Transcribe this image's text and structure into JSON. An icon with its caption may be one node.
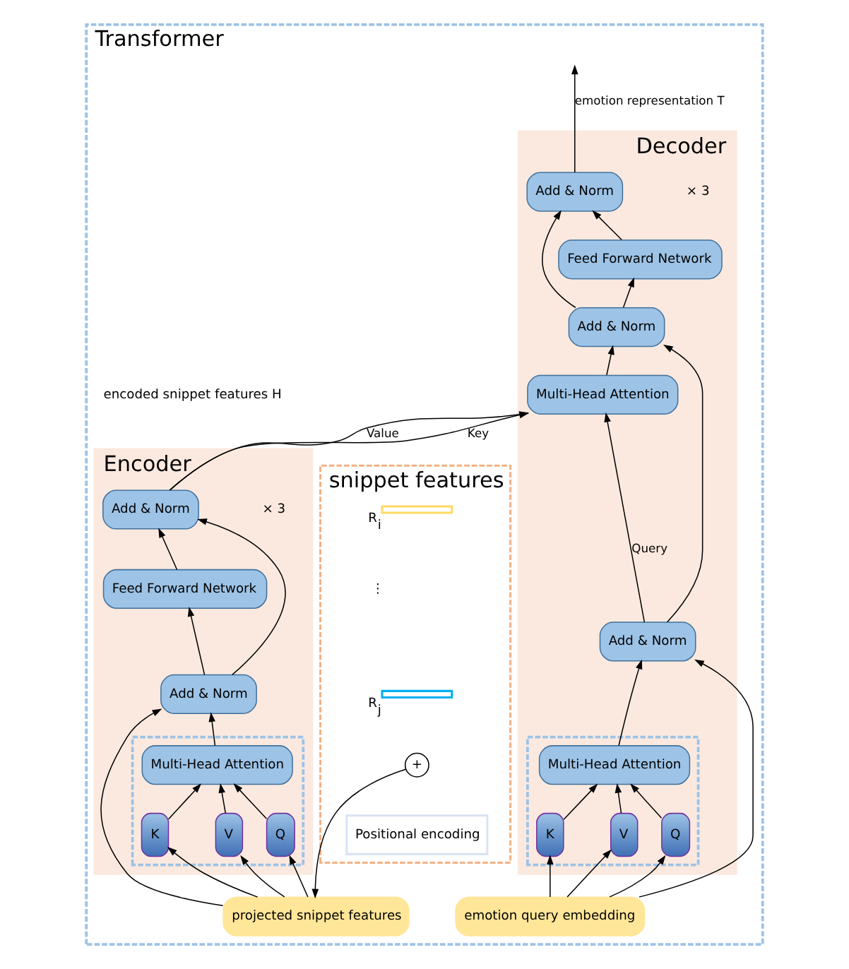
{
  "diagram": {
    "nodes": [
      {
        "text": [
          "Transformer"
        ]
      },
      {
        "text": [
          "snippet features"
        ],
        "in": 0
      },
      {
        "text": [],
        "shape": "bar",
        "in": 1,
        "beside": [
          "R$_{i}$"
        ]
      },
      {
        "text": [],
        "shape": "bar",
        "in": 1,
        "beside": [
          "R$_{j}$"
        ]
      },
      {
        "text": [
          "+"
        ],
        "in": 1
      },
      {
        "text": [
          "Positional encoding"
        ],
        "in": 1
      },
      {
        "text": [
          "Encoder"
        ],
        "in": 0,
        "beside": [
          "× 3"
        ]
      },
      {
        "text": [
          "Add & Norm"
        ],
        "in": 6
      },
      {
        "text": [
          "Feed Forward Network"
        ],
        "in": 6
      },
      {
        "text": [
          "Add & Norm"
        ],
        "in": 6
      },
      {
        "text": [],
        "shape": "box",
        "in": 6
      },
      {
        "text": [
          "Multi-Head Attention"
        ],
        "in": 10
      },
      {
        "text": [
          "Q"
        ],
        "in": 10
      },
      {
        "text": [
          "K"
        ],
        "in": 10
      },
      {
        "text": [
          "V"
        ],
        "in": 10
      },
      {
        "text": [
          "Decoder"
        ],
        "in": 0,
        "beside": [
          "× 3"
        ]
      },
      {
        "text": [
          "Add & Norm"
        ],
        "in": 15
      },
      {
        "text": [
          "Feed Forward Network"
        ],
        "in": 15
      },
      {
        "text": [
          "Add & Norm"
        ],
        "in": 15
      },
      {
        "text": [
          "Multi-Head Attention"
        ],
        "in": 15
      },
      {
        "text": [
          "Add & Norm"
        ],
        "in": 15
      },
      {
        "text": [],
        "shape": "box",
        "in": 15
      },
      {
        "text": [
          "Multi-Head Attention"
        ],
        "in": 21
      },
      {
        "text": [
          "Q"
        ],
        "in": 21
      },
      {
        "text": [
          "K"
        ],
        "in": 21
      },
      {
        "text": [
          "V"
        ],
        "in": 21
      },
      {
        "text": [
          "projected snippet features"
        ],
        "in": 0
      },
      {
        "text": [
          "emotion query embedding"
        ],
        "in": 0
      }
    ],
    "edges": [
      {
        "from": 4,
        "to": 26,
        "arrow": "to"
      },
      {
        "from": 26,
        "to": 12,
        "arrow": "to"
      },
      {
        "from": 26,
        "to": 13,
        "arrow": "to"
      },
      {
        "from": 26,
        "to": 14,
        "arrow": "to"
      },
      {
        "from": 26,
        "to": 9,
        "arrow": "to"
      },
      {
        "from": 12,
        "to": 11,
        "arrow": "to"
      },
      {
        "from": 13,
        "to": 11,
        "arrow": "to"
      },
      {
        "from": 14,
        "to": 11,
        "arrow": "to"
      },
      {
        "from": 11,
        "to": 9,
        "arrow": "to"
      },
      {
        "from": 9,
        "to": 8,
        "arrow": "to"
      },
      {
        "from": 9,
        "to": 7,
        "arrow": "to"
      },
      {
        "from": 8,
        "to": 7,
        "arrow": "to"
      },
      {
        "from": 7,
        "to": 19,
        "arrow": "to",
        "label": "Key"
      },
      {
        "from": 7,
        "to": 19,
        "arrow": "to",
        "label": "Value"
      },
      {
        "from": 27,
        "to": 23,
        "arrow": "to"
      },
      {
        "from": 27,
        "to": 24,
        "arrow": "to"
      },
      {
        "from": 27,
        "to": 25,
        "arrow": "to"
      },
      {
        "from": 27,
        "to": 20,
        "arrow": "to"
      },
      {
        "from": 23,
        "to": 22,
        "arrow": "to"
      },
      {
        "from": 24,
        "to": 22,
        "arrow": "to"
      },
      {
        "from": 25,
        "to": 22,
        "arrow": "to"
      },
      {
        "from": 22,
        "to": 20,
        "arrow": "to"
      },
      {
        "from": 20,
        "to": 19,
        "arrow": "to",
        "label": "Query"
      },
      {
        "from": 20,
        "to": 18,
        "arrow": "to"
      },
      {
        "from": 19,
        "to": 18,
        "arrow": "to"
      },
      {
        "from": 18,
        "to": 17,
        "arrow": "to"
      },
      {
        "from": 18,
        "to": 16,
        "arrow": "to"
      },
      {
        "from": 17,
        "to": 16,
        "arrow": "to"
      },
      {
        "from": 16,
        "to": null,
        "arrow": "to",
        "label": "emotion representation T"
      }
    ],
    "labels": [
      "⋮",
      "encoded snippet features H"
    ]
  }
}
